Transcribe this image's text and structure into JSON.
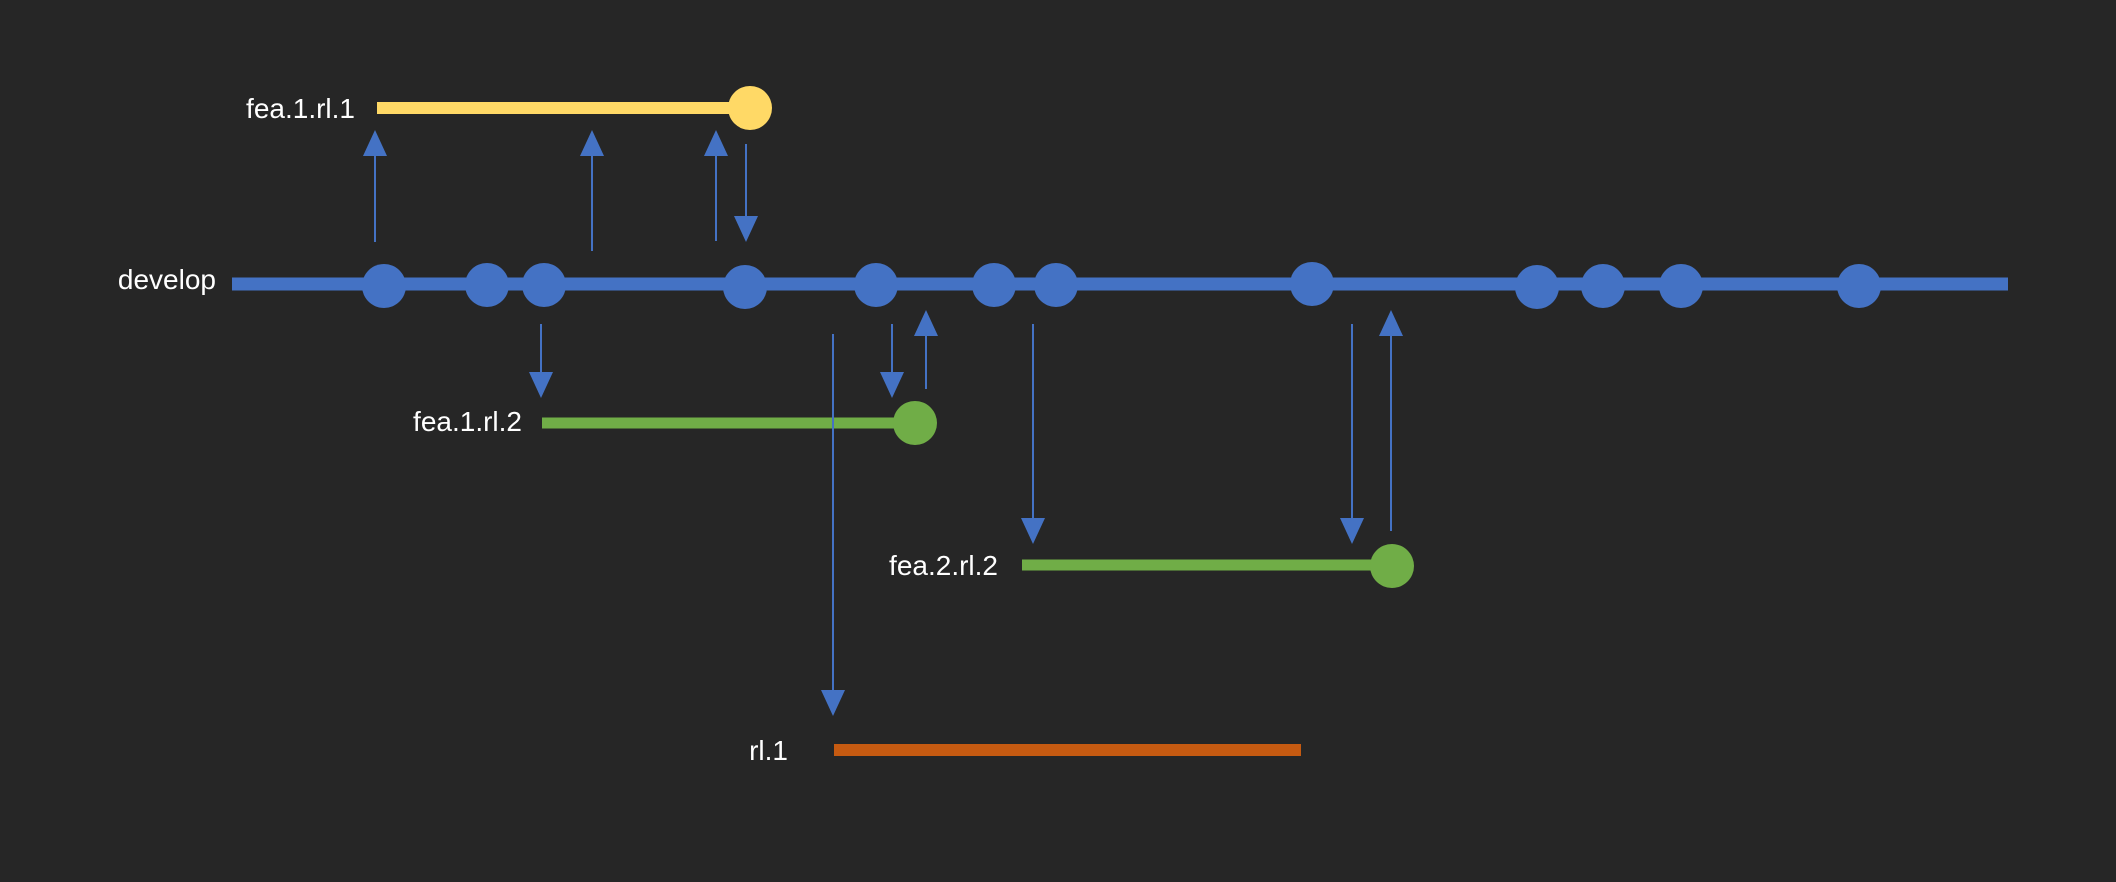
{
  "colors": {
    "background": "#262626",
    "develop": "#4472C4",
    "feature_1_1": "#FFD966",
    "feature_green": "#70AD47",
    "release": "#C55A11",
    "text": "#FFFFFF"
  },
  "branches": {
    "develop": {
      "label": "develop"
    },
    "fea_1_rl_1": {
      "label": "fea.1.rl.1"
    },
    "fea_1_rl_2": {
      "label": "fea.1.rl.2"
    },
    "fea_2_rl_2": {
      "label": "fea.2.rl.2"
    },
    "rl_1": {
      "label": "rl.1"
    }
  }
}
